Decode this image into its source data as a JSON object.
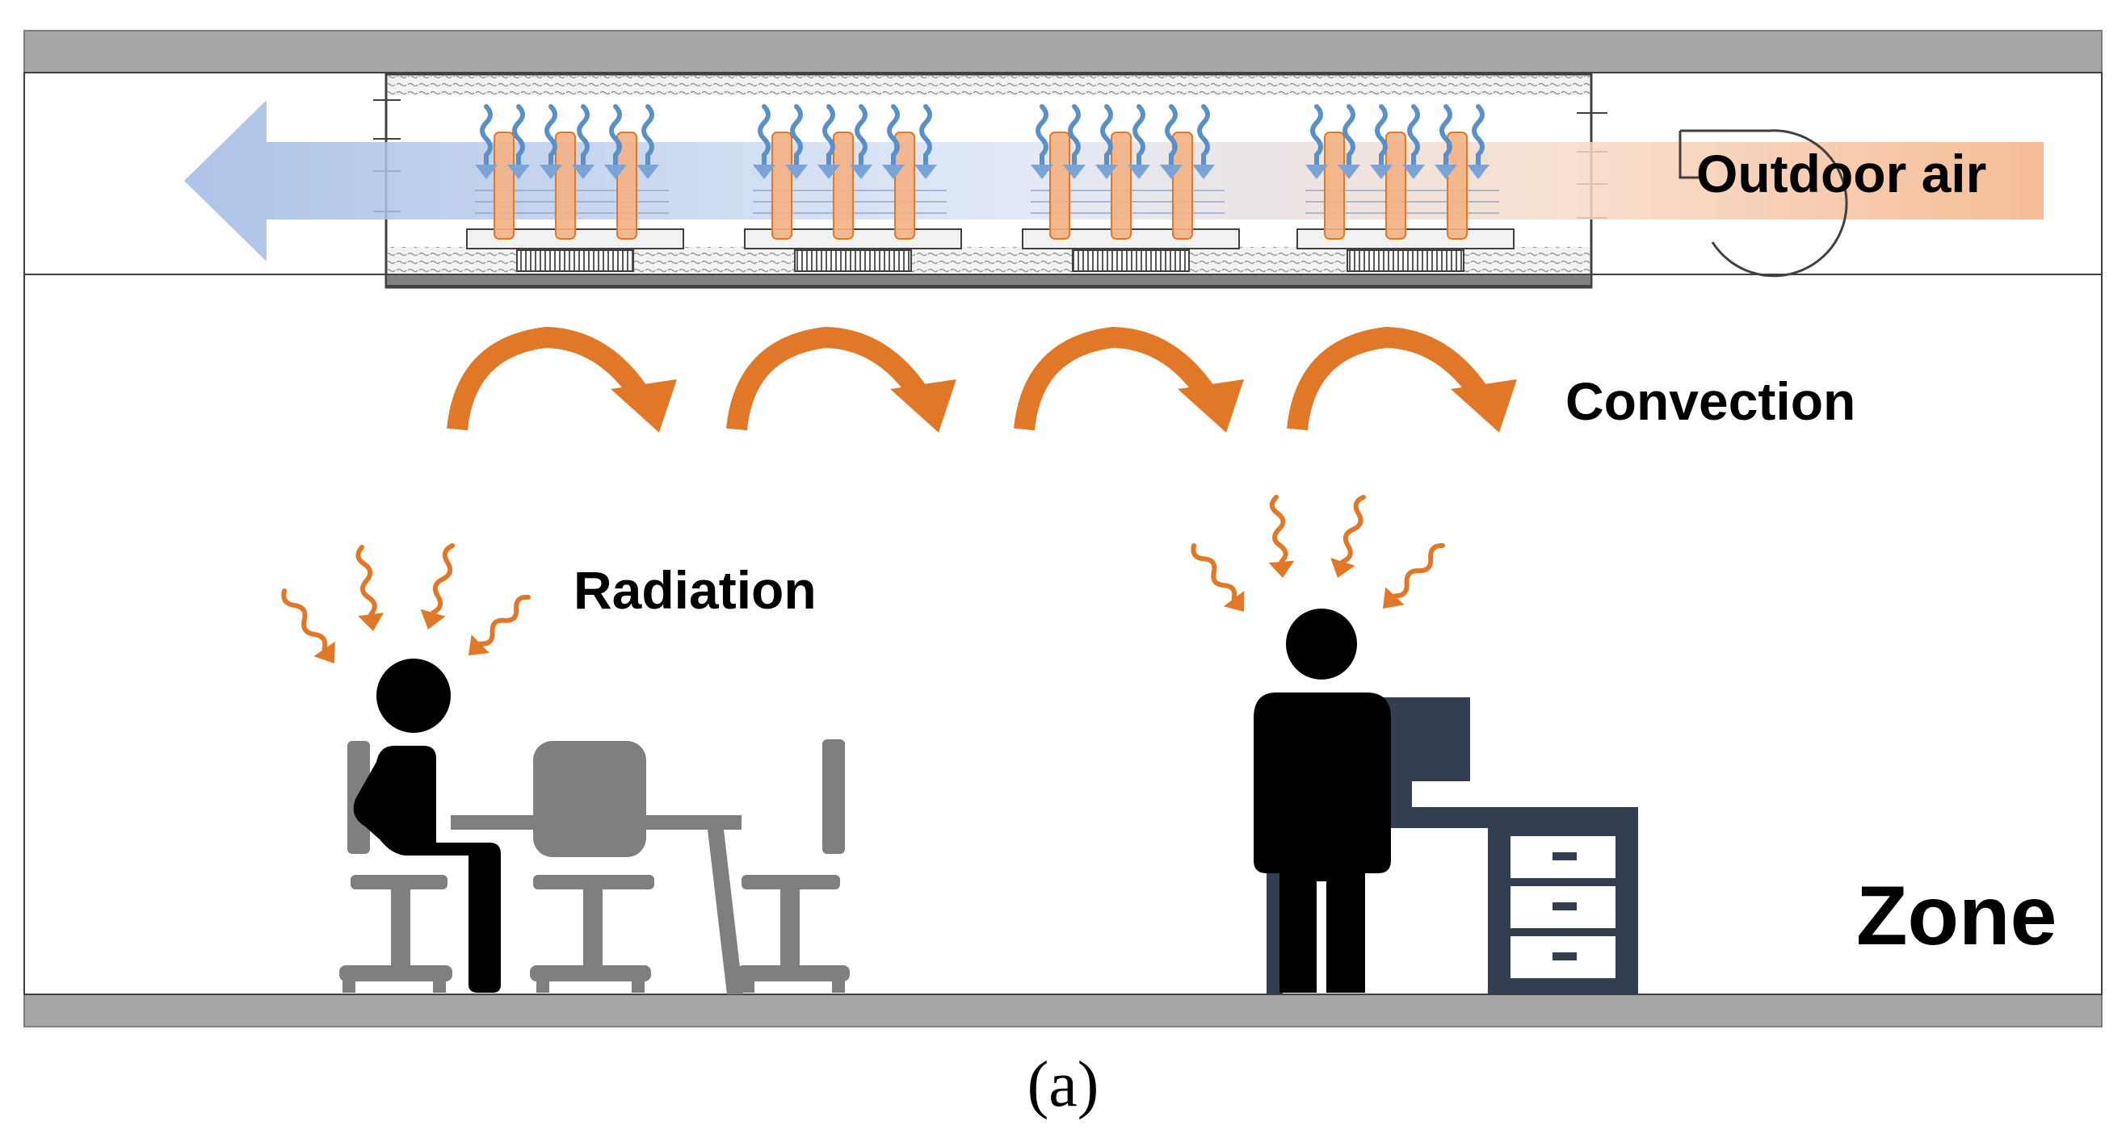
{
  "labels": {
    "outdoor_air": "Outdoor air",
    "convection": "Convection",
    "radiation": "Radiation",
    "zone": "Zone",
    "caption": "(a)"
  },
  "colors": {
    "slab": "#a6a6a6",
    "warm_arrow": "#e07828",
    "cool_squiggle": "#5a8fc8",
    "furniture_gray": "#7f7f7f",
    "desk_navy": "#333f50",
    "person": "#000000",
    "heater_bar": "#f4b183"
  },
  "icons": [
    "fan-icon",
    "heat-wave-icon",
    "curved-arrow-icon",
    "person-icon",
    "chair-icon",
    "desk-icon",
    "monitor-icon"
  ]
}
